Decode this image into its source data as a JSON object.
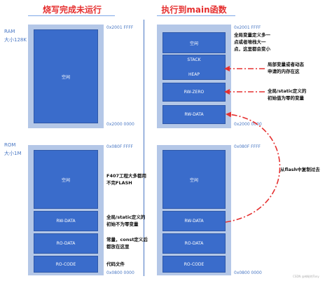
{
  "headers": {
    "left": "烧写完成未运行",
    "right": "执行到main函数"
  },
  "ram": {
    "label": "RAM",
    "size": "大小128K",
    "top_addr": "0x2001 FFFF",
    "bottom_addr": "0x2000 0000"
  },
  "rom": {
    "label": "ROM",
    "size": "大小1M",
    "top_addr": "0x080F FFFF",
    "bottom_addr": "0x0800 0000"
  },
  "left_ram_blocks": [
    "空闲"
  ],
  "right_ram_blocks": [
    "空闲",
    "STACK",
    "HEAP",
    "RW-ZERO",
    "RW-DATA"
  ],
  "left_rom_blocks": [
    "空闲",
    "RW-DATA",
    "RO-DATA",
    "RO-CODE"
  ],
  "right_rom_blocks": [
    "空闲",
    "RW-DATA",
    "RO-DATA",
    "RO-CODE"
  ],
  "notes": {
    "stack_line1": "全局变量定义多一",
    "stack_line2": "点或者堆栈大一",
    "stack_line3": "点，这里都会变小",
    "heap_line1": "局部变量或者动态",
    "heap_line2": "申请的内存在这",
    "rwzero_line1": "全局/static定义的",
    "rwzero_line2": "初始值为零的变量",
    "flash_line1": "F407工程大多都用",
    "flash_line2": "不完FLASH",
    "rwdata_line1": "全局/static定义的",
    "rwdata_line2": "初始不为零变量",
    "rodata_line1": "常量，const定义后",
    "rodata_line2": "都放在这里",
    "rocode_line1": "代码文件",
    "copy_label": "从flash中复制过去"
  },
  "colors": {
    "header": "#e53030",
    "arrow": "#e53030",
    "block": "#3a6ccb",
    "panel": "#b4c7e7"
  },
  "watermark": "CSDN @神秘的Tony"
}
